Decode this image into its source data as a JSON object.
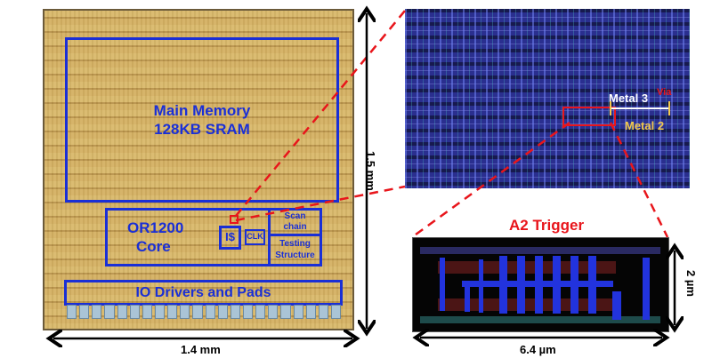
{
  "die": {
    "main_memory": "Main Memory",
    "sram": "128KB SRAM",
    "core_name": "OR1200",
    "core_word": "Core",
    "icache": "I$",
    "clk": "CLK",
    "scan": "Scan chain",
    "testing": "Testing Structure",
    "io": "IO Drivers and Pads",
    "height_label": "1.5 mm",
    "width_label": "1.4 mm"
  },
  "zoom": {
    "metal3": "Metal 3",
    "metal2": "Metal 2",
    "via": "Via"
  },
  "trigger": {
    "title": "A2 Trigger",
    "height_label": "2 µm",
    "width_label": "6.4 µm"
  },
  "colors": {
    "blue": "#1a2fd6",
    "red": "#e8151b",
    "yellow": "#f2c94c"
  }
}
